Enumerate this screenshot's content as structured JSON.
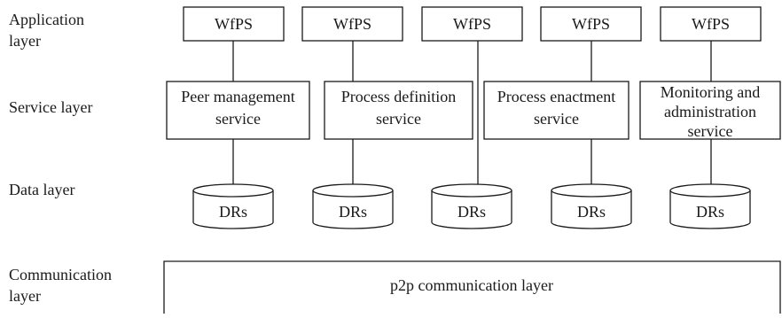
{
  "layers": {
    "application": [
      "Application",
      "layer"
    ],
    "service": [
      "Service layer"
    ],
    "data": [
      "Data layer"
    ],
    "communication": [
      "Communication",
      "layer"
    ]
  },
  "columns": [
    {
      "app": "WfPS",
      "service": [
        "Peer management",
        "service"
      ],
      "data": "DRs"
    },
    {
      "app": "WfPS",
      "service": [
        "Process definition",
        "service"
      ],
      "data": "DRs"
    },
    {
      "app": "WfPS",
      "service": [],
      "data": "DRs"
    },
    {
      "app": "WfPS",
      "service": [
        "Process enactment",
        "service"
      ],
      "data": "DRs"
    },
    {
      "app": "WfPS",
      "service": [
        "Monitoring and",
        "administration",
        "service"
      ],
      "data": "DRs"
    }
  ],
  "communication_box": "p2p communication layer"
}
